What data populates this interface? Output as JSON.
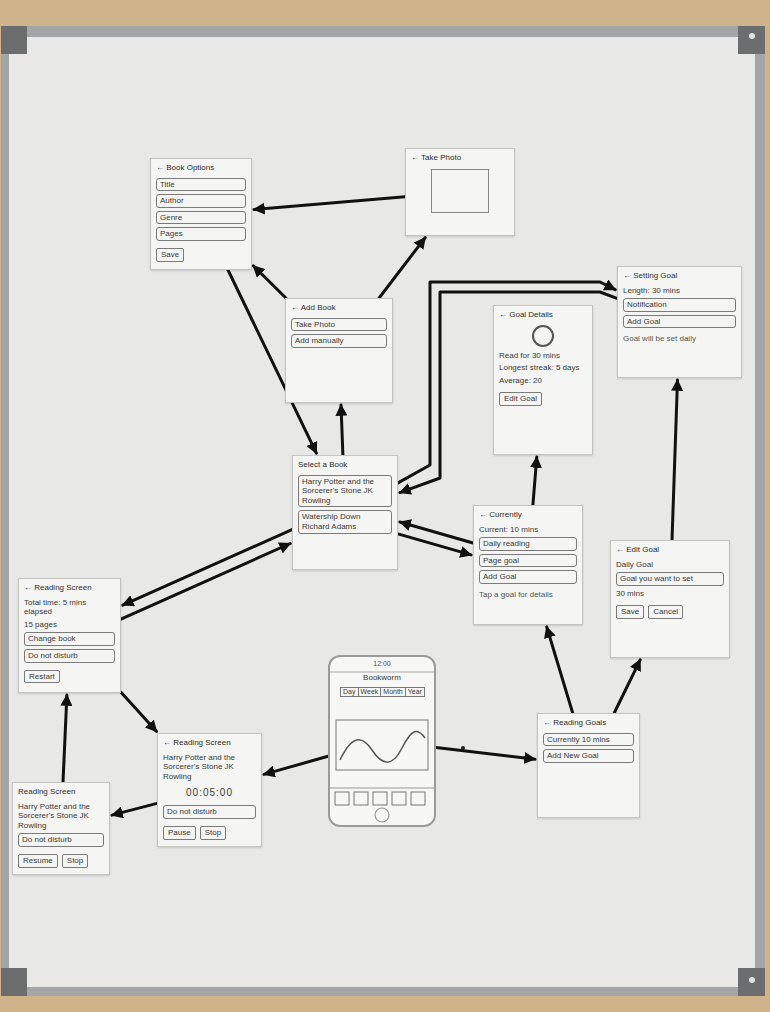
{
  "diagram": {
    "nodes": [
      {
        "text": [
          "← Book Options",
          "Title",
          "Author",
          "Genre",
          "Pages",
          "Save"
        ]
      },
      {
        "text": [
          "← Take Photo"
        ]
      },
      {
        "text": [
          "← Add Book",
          "Take Photo",
          "Add manually"
        ]
      },
      {
        "text": [
          "Select a Book",
          "Harry Potter and the Sorcerer's Stone JK Rowling",
          "Watership Down Richard Adams"
        ]
      },
      {
        "text": [
          "← Setting Goal",
          "Length: 30 mins",
          "Notification",
          "Add Goal",
          "Goal will be set daily"
        ]
      },
      {
        "text": [
          "← Goal Details",
          "Read for 30 mins",
          "Longest streak: 5 days",
          "Average: 20",
          "Edit Goal"
        ]
      },
      {
        "text": [
          "← Currently",
          "Current: 10 mins",
          "Daily reading",
          "Page goal",
          "Add Goal",
          "Tap a goal for details"
        ]
      },
      {
        "text": [
          "← Edit Goal",
          "Daily Goal",
          "Goal you want to set",
          "30 mins",
          "Save",
          "Cancel"
        ]
      },
      {
        "text": [
          "← Reading Screen",
          "Total time: 5 mins elapsed",
          "15 pages",
          "Change book",
          "Do not disturb",
          "Restart"
        ]
      },
      {
        "text": [
          "12:00",
          "Bookworm",
          "Day",
          "Week",
          "Month",
          "Year"
        ]
      },
      {
        "text": [
          "← Reading Screen",
          "Harry Potter and the Sorcerer's Stone JK Rowling",
          "00:05:00",
          "Do not disturb",
          "Pause",
          "Stop"
        ]
      },
      {
        "text": [
          "Reading Screen",
          "Harry Potter and the Sorcerer's Stone JK Rowling",
          "Do not disturb",
          "Resume",
          "Stop"
        ]
      },
      {
        "text": [
          "← Reading Goals",
          "Currently 10 mins",
          "Add New Goal"
        ]
      }
    ],
    "edges": [
      {
        "from": 2,
        "to": 0,
        "arrow": "to"
      },
      {
        "from": 1,
        "to": 0,
        "arrow": "to"
      },
      {
        "from": 2,
        "to": 1,
        "arrow": "to"
      },
      {
        "from": 0,
        "to": 3,
        "arrow": "to"
      },
      {
        "from": 3,
        "to": 2,
        "arrow": "to"
      },
      {
        "from": 3,
        "to": 8,
        "arrow": "to"
      },
      {
        "from": 8,
        "to": 3,
        "arrow": "to"
      },
      {
        "from": 8,
        "to": 10,
        "arrow": "to"
      },
      {
        "from": 10,
        "to": 11,
        "arrow": "to"
      },
      {
        "from": 11,
        "to": 8,
        "arrow": "to"
      },
      {
        "from": 9,
        "to": 10,
        "arrow": "to"
      },
      {
        "from": 9,
        "to": 12,
        "arrow": "to"
      },
      {
        "from": 12,
        "to": 6,
        "arrow": "to"
      },
      {
        "from": 12,
        "to": 7,
        "arrow": "to"
      },
      {
        "from": 7,
        "to": 4,
        "arrow": "to"
      },
      {
        "from": 6,
        "to": 5,
        "arrow": "to"
      },
      {
        "from": 3,
        "to": 6,
        "arrow": "to"
      },
      {
        "from": 6,
        "to": 3,
        "arrow": "to"
      },
      {
        "from": 3,
        "to": 4,
        "arrow": "to"
      },
      {
        "from": 4,
        "to": 3,
        "arrow": "to"
      }
    ]
  }
}
